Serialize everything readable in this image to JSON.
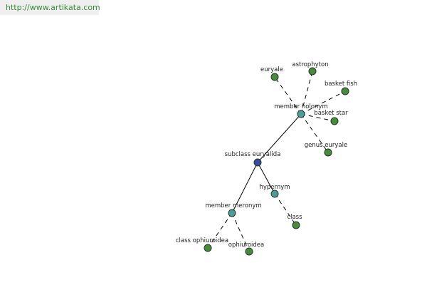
{
  "banner": {
    "url": "http://www.artikata.com"
  },
  "colors": {
    "root": "#3b4aa6",
    "relation": "#4f9a9a",
    "leaf": "#4a8a3e",
    "url_text": "#3a8a3a"
  },
  "graph": {
    "nodes": [
      {
        "id": "subclass-euryalida",
        "label": "subclass euryalida",
        "kind": "root"
      },
      {
        "id": "member-holonym",
        "label": "member holonym",
        "kind": "relation"
      },
      {
        "id": "hypernym",
        "label": "hypernym",
        "kind": "relation"
      },
      {
        "id": "member-meronym",
        "label": "member meronym",
        "kind": "relation"
      },
      {
        "id": "euryale",
        "label": "euryale",
        "kind": "leaf"
      },
      {
        "id": "astrophyton",
        "label": "astrophyton",
        "kind": "leaf"
      },
      {
        "id": "basket-fish",
        "label": "basket fish",
        "kind": "leaf"
      },
      {
        "id": "basket-star",
        "label": "basket star",
        "kind": "leaf"
      },
      {
        "id": "genus-euryale",
        "label": "genus euryale",
        "kind": "leaf"
      },
      {
        "id": "class",
        "label": "class",
        "kind": "leaf"
      },
      {
        "id": "class-ophiuroidea",
        "label": "class ophiuroidea",
        "kind": "leaf"
      },
      {
        "id": "ophiuroidea",
        "label": "ophiuroidea",
        "kind": "leaf"
      }
    ],
    "edges": [
      {
        "from": "subclass-euryalida",
        "to": "member-holonym",
        "style": "solid"
      },
      {
        "from": "subclass-euryalida",
        "to": "hypernym",
        "style": "solid"
      },
      {
        "from": "subclass-euryalida",
        "to": "member-meronym",
        "style": "solid"
      },
      {
        "from": "member-holonym",
        "to": "euryale",
        "style": "dashed"
      },
      {
        "from": "member-holonym",
        "to": "astrophyton",
        "style": "dashed"
      },
      {
        "from": "member-holonym",
        "to": "basket-fish",
        "style": "dashed"
      },
      {
        "from": "member-holonym",
        "to": "basket-star",
        "style": "dashed"
      },
      {
        "from": "member-holonym",
        "to": "genus-euryale",
        "style": "dashed"
      },
      {
        "from": "hypernym",
        "to": "class",
        "style": "dashed"
      },
      {
        "from": "member-meronym",
        "to": "class-ophiuroidea",
        "style": "dashed"
      },
      {
        "from": "member-meronym",
        "to": "ophiuroidea",
        "style": "dashed"
      }
    ]
  }
}
